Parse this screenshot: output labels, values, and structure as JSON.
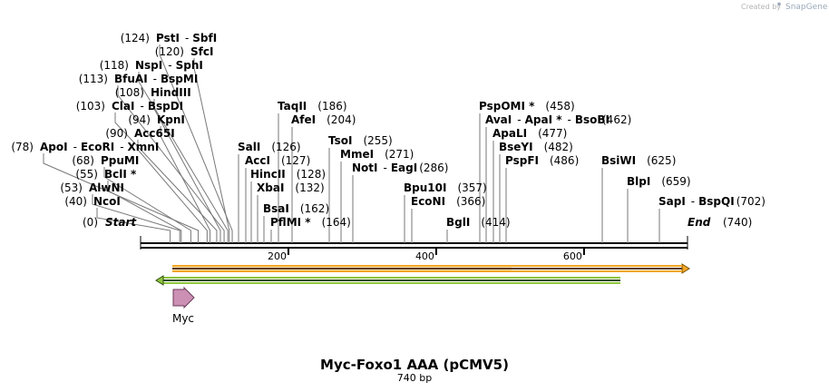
{
  "map": {
    "title": "Myc-Foxo1 AAA (pCMV5)",
    "length_label": "740 bp",
    "created_by": "Created by",
    "brand": "SnapGene",
    "start_label": "Start",
    "end_label": "End",
    "start_pos": "(0)",
    "end_pos": "(740)"
  },
  "ruler": {
    "ticks": [
      {
        "value": 200,
        "label": "200"
      },
      {
        "value": 400,
        "label": "400"
      },
      {
        "value": 600,
        "label": "600"
      }
    ]
  },
  "features": [
    {
      "name": "Myc",
      "label": "Myc",
      "start": 45,
      "end": 75,
      "color": "#cc90b4",
      "type": "arrow"
    },
    {
      "name": "orange-feature",
      "label": "",
      "start": 45,
      "end": 740,
      "color": "#f5a623",
      "type": "bar"
    },
    {
      "name": "green-feature",
      "label": "",
      "start": 20,
      "end": 650,
      "color": "#8dc63f",
      "type": "bar"
    }
  ],
  "sites": [
    {
      "pos": 124,
      "pos_label": "(124)",
      "enzymes": [
        "PstI",
        "SbfI"
      ],
      "separator": "-",
      "star": false
    },
    {
      "pos": 120,
      "pos_label": "(120)",
      "enzymes": [
        "SfcI"
      ],
      "star": false
    },
    {
      "pos": 118,
      "pos_label": "(118)",
      "enzymes": [
        "NspI",
        "SphI"
      ],
      "separator": "-",
      "star": false
    },
    {
      "pos": 113,
      "pos_label": "(113)",
      "enzymes": [
        "BfuAI",
        "BspMI"
      ],
      "separator": "-",
      "star": false
    },
    {
      "pos": 108,
      "pos_label": "(108)",
      "enzymes": [
        "HindIII"
      ],
      "star": false
    },
    {
      "pos": 103,
      "pos_label": "(103)",
      "enzymes": [
        "ClaI",
        "BspDI"
      ],
      "separator": "-",
      "star": false
    },
    {
      "pos": 94,
      "pos_label": "(94)",
      "enzymes": [
        "KpnI"
      ],
      "star": false
    },
    {
      "pos": 90,
      "pos_label": "(90)",
      "enzymes": [
        "Acc65I"
      ],
      "star": false
    },
    {
      "pos": 78,
      "pos_label": "(78)",
      "enzymes": [
        "ApoI",
        "EcoRI",
        "XmnI"
      ],
      "separator": "-",
      "star": false
    },
    {
      "pos": 68,
      "pos_label": "(68)",
      "enzymes": [
        "PpuMI"
      ],
      "star": false
    },
    {
      "pos": 55,
      "pos_label": "(55)",
      "enzymes": [
        "BclI"
      ],
      "star": true
    },
    {
      "pos": 53,
      "pos_label": "(53)",
      "enzymes": [
        "AlwNI"
      ],
      "star": false
    },
    {
      "pos": 40,
      "pos_label": "(40)",
      "enzymes": [
        "NcoI"
      ],
      "star": false
    },
    {
      "pos": 126,
      "pos_label": "(126)",
      "enzymes": [
        "SalI"
      ],
      "star": false
    },
    {
      "pos": 127,
      "pos_label": "(127)",
      "enzymes": [
        "AccI"
      ],
      "star": false
    },
    {
      "pos": 128,
      "pos_label": "(128)",
      "enzymes": [
        "HincII"
      ],
      "star": false
    },
    {
      "pos": 132,
      "pos_label": "(132)",
      "enzymes": [
        "XbaI"
      ],
      "star": false
    },
    {
      "pos": 162,
      "pos_label": "(162)",
      "enzymes": [
        "BsaI"
      ],
      "star": false
    },
    {
      "pos": 164,
      "pos_label": "(164)",
      "enzymes": [
        "PflMI"
      ],
      "star": true
    },
    {
      "pos": 186,
      "pos_label": "(186)",
      "enzymes": [
        "TaqII"
      ],
      "star": false
    },
    {
      "pos": 204,
      "pos_label": "(204)",
      "enzymes": [
        "AfeI"
      ],
      "star": false
    },
    {
      "pos": 255,
      "pos_label": "(255)",
      "enzymes": [
        "TsoI"
      ],
      "star": false
    },
    {
      "pos": 271,
      "pos_label": "(271)",
      "enzymes": [
        "MmeI"
      ],
      "star": false
    },
    {
      "pos": 286,
      "pos_label": "(286)",
      "enzymes": [
        "NotI",
        "EagI"
      ],
      "separator": "-",
      "star": false
    },
    {
      "pos": 357,
      "pos_label": "(357)",
      "enzymes": [
        "Bpu10I"
      ],
      "star": false
    },
    {
      "pos": 366,
      "pos_label": "(366)",
      "enzymes": [
        "EcoNI"
      ],
      "star": false
    },
    {
      "pos": 414,
      "pos_label": "(414)",
      "enzymes": [
        "BglI"
      ],
      "star": false
    },
    {
      "pos": 458,
      "pos_label": "(458)",
      "enzymes": [
        "PspOMI"
      ],
      "star": true
    },
    {
      "pos": 462,
      "pos_label": "(462)",
      "enzymes": [
        "AvaI",
        "ApaI",
        "BsoBI"
      ],
      "separator": "-",
      "star_on": "ApaI",
      "star": false
    },
    {
      "pos": 477,
      "pos_label": "(477)",
      "enzymes": [
        "ApaLI"
      ],
      "star": false
    },
    {
      "pos": 482,
      "pos_label": "(482)",
      "enzymes": [
        "BseYI"
      ],
      "star": false
    },
    {
      "pos": 486,
      "pos_label": "(486)",
      "enzymes": [
        "PspFI"
      ],
      "star": false
    },
    {
      "pos": 625,
      "pos_label": "(625)",
      "enzymes": [
        "BsiWI"
      ],
      "star": false
    },
    {
      "pos": 659,
      "pos_label": "(659)",
      "enzymes": [
        "BlpI"
      ],
      "star": false
    },
    {
      "pos": 702,
      "pos_label": "(702)",
      "enzymes": [
        "SapI",
        "BspQI"
      ],
      "separator": "-",
      "star": false
    }
  ]
}
